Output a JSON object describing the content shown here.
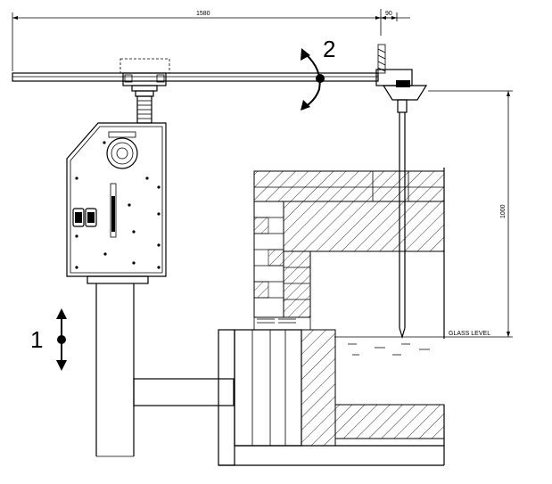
{
  "dimensions": {
    "top_long": "1580",
    "top_short": "90",
    "vertical": "1000"
  },
  "labels": {
    "glass_level": "GLASS LEVEL",
    "motion_1": "1",
    "motion_2": "2"
  }
}
